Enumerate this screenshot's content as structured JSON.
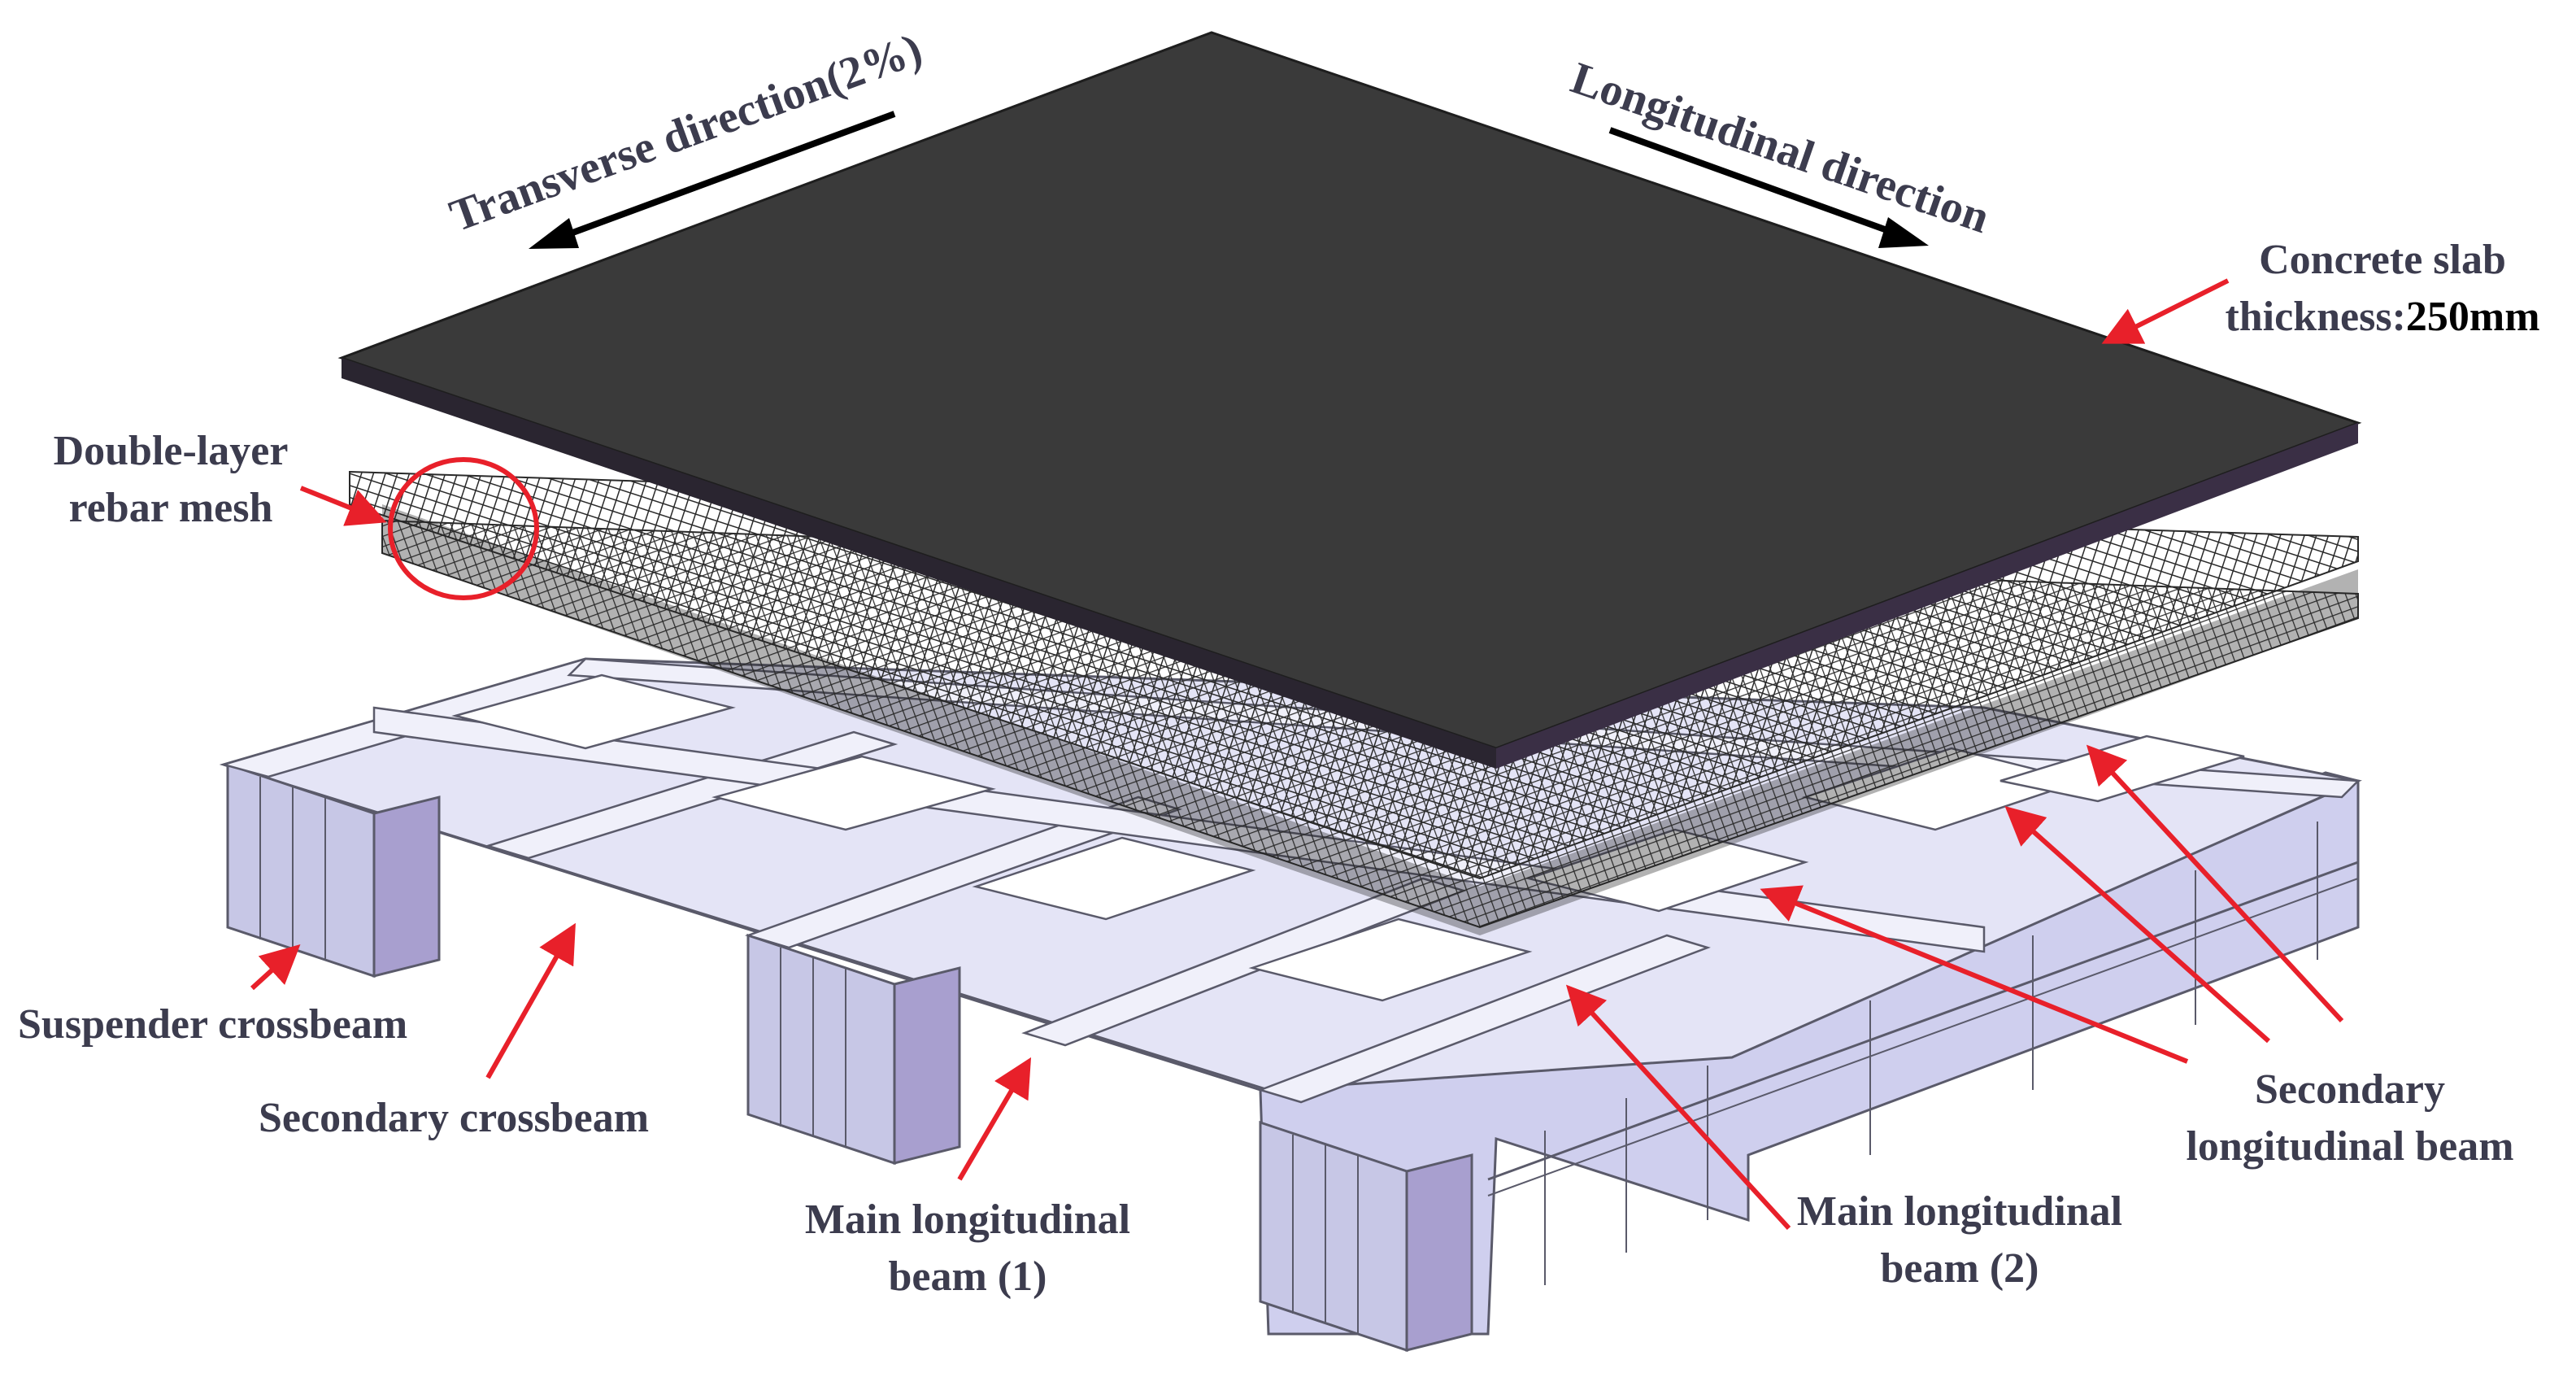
{
  "labels": {
    "transverse_direction": "Transverse direction(2%)",
    "longitudinal_direction": "Longitudinal direction",
    "concrete_slab_line1": "Concrete slab",
    "concrete_slab_line2_prefix": "thickness:",
    "concrete_slab_thickness": "250mm",
    "rebar_mesh_line1": "Double-layer",
    "rebar_mesh_line2": "rebar mesh",
    "suspender_crossbeam": "Suspender crossbeam",
    "secondary_crossbeam": "Secondary crossbeam",
    "main_long_beam_1_line1": "Main longitudinal",
    "main_long_beam_1_line2": "beam (1)",
    "main_long_beam_2_line1": "Main longitudinal",
    "main_long_beam_2_line2": "beam (2)",
    "secondary_long_beam_line1": "Secondary",
    "secondary_long_beam_line2": "longitudinal beam"
  },
  "colors": {
    "slab": "#3a3a3a",
    "slab_edge": "#2a2530",
    "steel_light": "#d9d9f2",
    "steel_mid": "#c7c7e6",
    "steel_dark": "#a89fcf",
    "steel_stroke": "#5a5a6a",
    "rebar": "#2a2a2a",
    "leader": "#e8202a",
    "label_text": "#3c3c4e"
  }
}
